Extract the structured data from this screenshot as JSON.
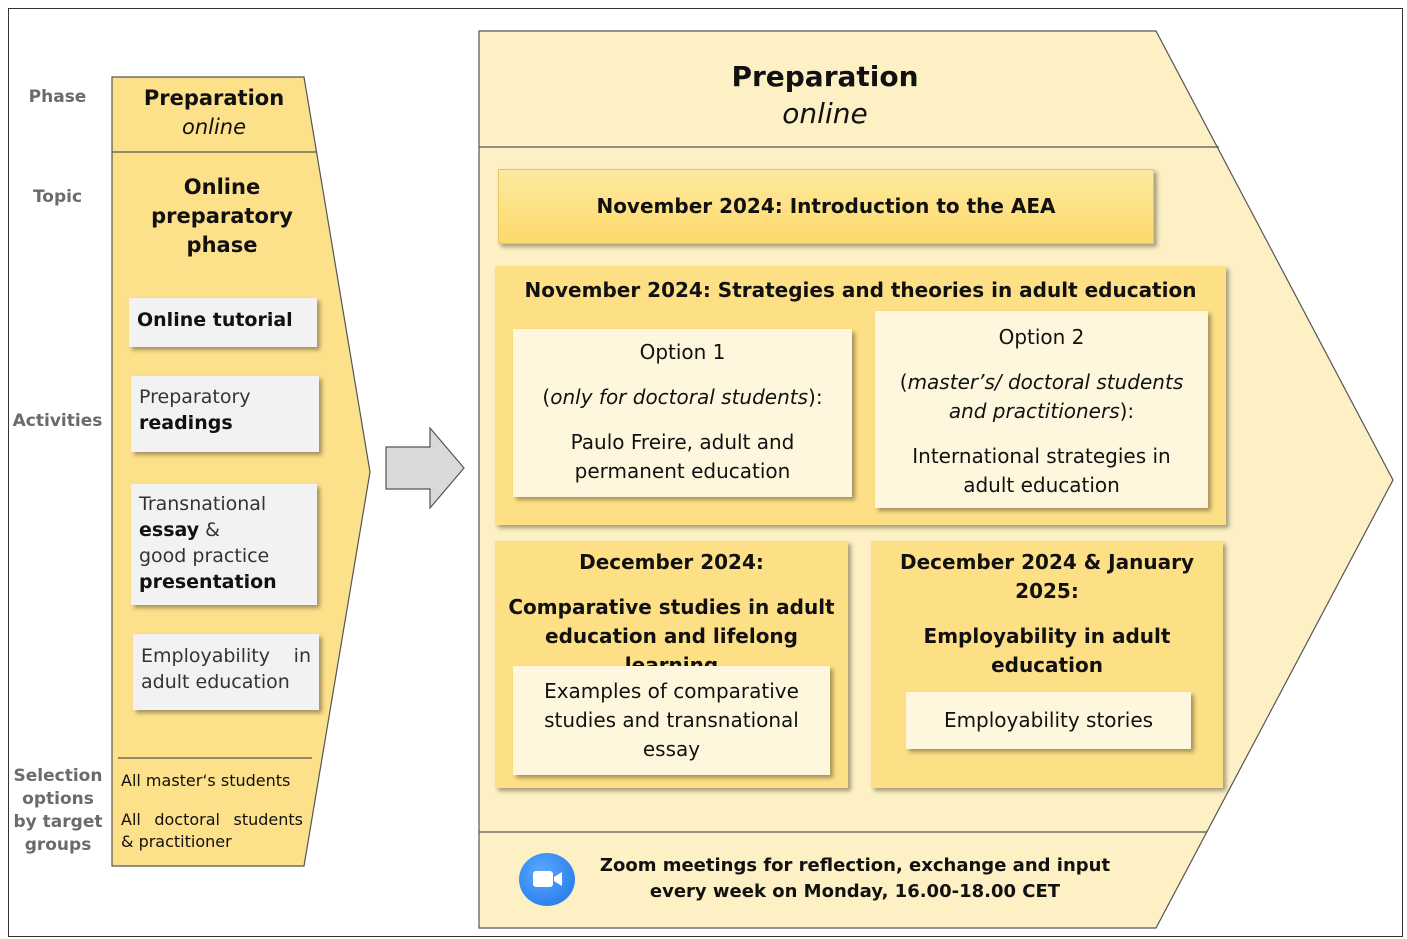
{
  "labels": {
    "phase": "Phase",
    "topic": "Topic",
    "activities": "Activities",
    "selection": "Selection options by target groups"
  },
  "left": {
    "phase_title": "Preparation",
    "phase_mode": "online",
    "topic": "Online preparatory phase",
    "activities": [
      {
        "normal": "",
        "bold": "Online tutorial"
      },
      {
        "normal": "Preparatory",
        "bold": "readings"
      },
      {
        "line1": "Transnational",
        "b1": "essay",
        "amp": " &",
        "line3": "good practice",
        "b2": "presentation"
      },
      {
        "text": "Employability in adult education"
      }
    ],
    "selection": {
      "masters": "All master‘s students",
      "doctoral": "All doctoral students & practitioner"
    }
  },
  "right": {
    "phase_title": "Preparation",
    "phase_mode": "online",
    "intro": "November 2024: Introduction to the AEA",
    "strategies": {
      "title": "November 2024: Strategies and theories in adult education",
      "option1": {
        "label": "Option 1",
        "target_open": "(",
        "target": "only for doctoral students",
        "target_close": "):",
        "content": "Paulo Freire, adult and permanent education"
      },
      "option2": {
        "label": "Option 2",
        "target_open": "(",
        "target": "master’s/ doctoral students and practitioners",
        "target_close": "):",
        "content": "International strategies in adult education"
      }
    },
    "comparative": {
      "date": "December 2024:",
      "title": "Comparative studies in adult education and lifelong learning",
      "content": "Examples of comparative studies and transnational essay"
    },
    "employability": {
      "date": "December 2024 & January 2025:",
      "title": "Employability in adult education",
      "content": "Employability stories"
    },
    "zoom": {
      "line1": "Zoom meetings for reflection, exchange and input",
      "line2": "every week on Monday, 16.00-18.00 CET",
      "icon": "zoom-camera-icon"
    }
  },
  "colors": {
    "light_fill": "#fdf0c4",
    "mid_fill": "#fde08a",
    "box_fill": "#fff7dd",
    "arrow_grey": "#d9d9d9"
  }
}
